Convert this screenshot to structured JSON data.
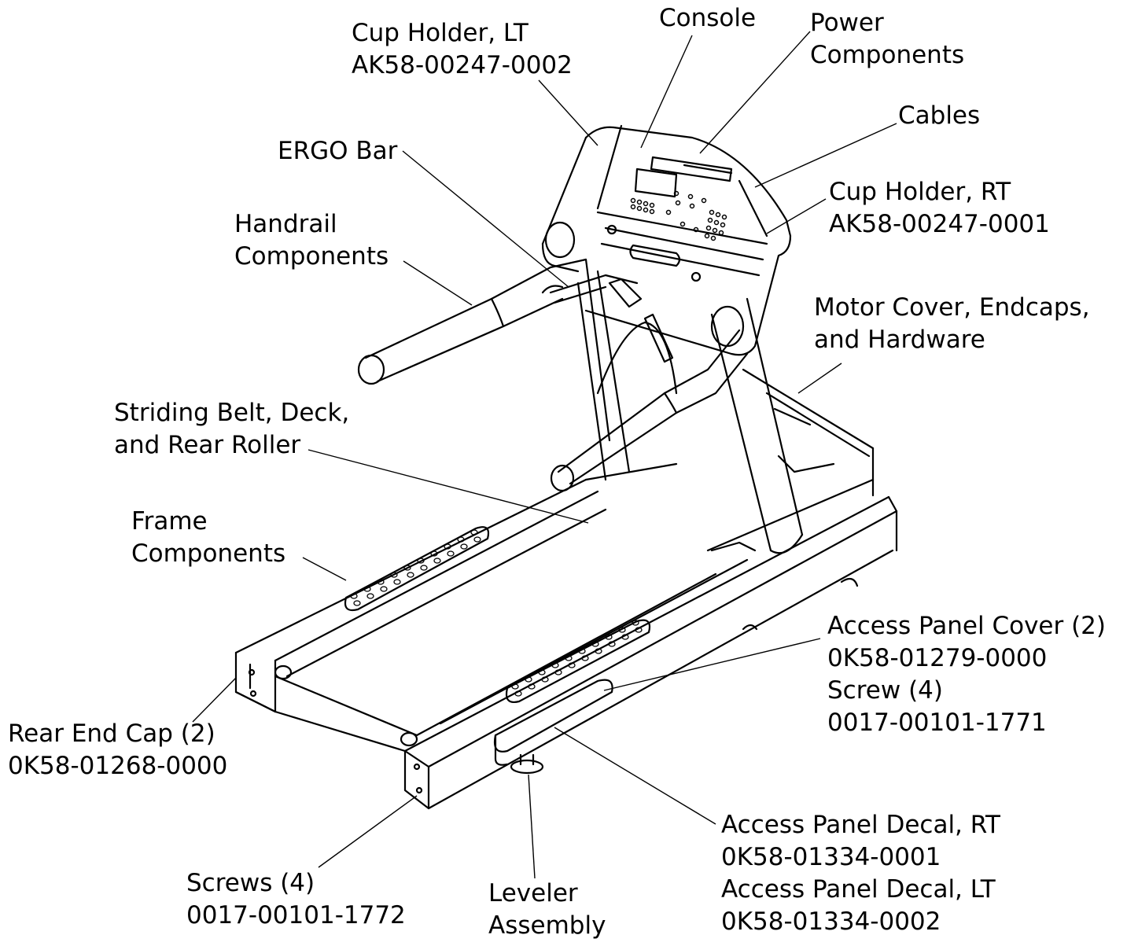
{
  "diagram": {
    "labels": {
      "console": [
        "Console"
      ],
      "power": [
        "Power",
        "Components"
      ],
      "cup_holder_lt": [
        "Cup Holder, LT",
        "AK58-00247-0002"
      ],
      "cables": [
        "Cables"
      ],
      "ergo_bar": [
        "ERGO Bar"
      ],
      "cup_holder_rt": [
        "Cup Holder, RT",
        "AK58-00247-0001"
      ],
      "handrail": [
        "Handrail",
        "Components"
      ],
      "motor_cover": [
        "Motor Cover, Endcaps,",
        "and Hardware"
      ],
      "striding_belt": [
        "Striding Belt, Deck,",
        "and Rear Roller"
      ],
      "frame": [
        "Frame",
        "Components"
      ],
      "access_panel_cover": [
        "Access Panel Cover (2)",
        "0K58-01279-0000",
        "Screw (4)",
        "0017-00101-1771"
      ],
      "rear_end_cap": [
        "Rear End Cap (2)",
        "0K58-01268-0000"
      ],
      "access_panel_decal": [
        "Access Panel Decal, RT",
        "0K58-01334-0001",
        "Access Panel Decal, LT",
        "0K58-01334-0002"
      ],
      "screws": [
        "Screws (4)",
        "0017-00101-1772"
      ],
      "leveler": [
        "Leveler",
        "Assembly"
      ]
    }
  }
}
